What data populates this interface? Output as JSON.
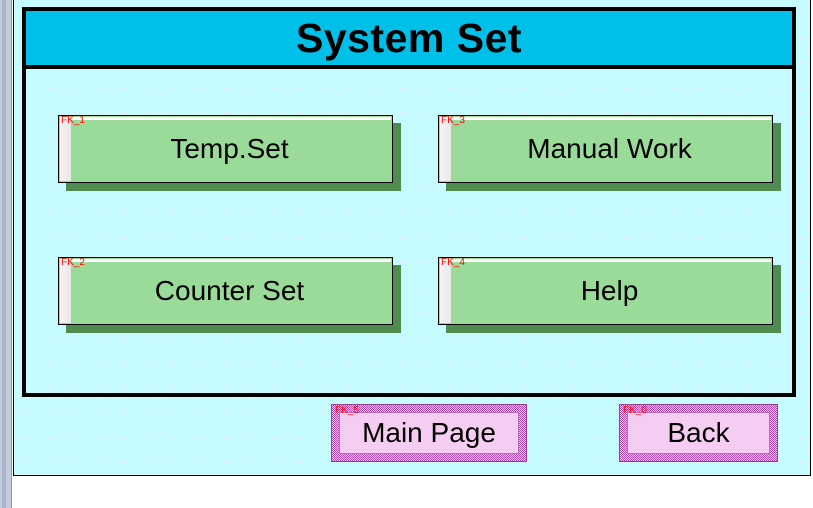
{
  "screen": {
    "title": "System Set",
    "title_bar_color": "#00bfe8",
    "canvas_color": "#c6fbff",
    "panel_border_color": "#000000"
  },
  "function_buttons": [
    {
      "tag": "FK_1",
      "label": "Temp.Set",
      "face_color": "#9adb9a",
      "shadow_color": "#4e8c50"
    },
    {
      "tag": "FK_3",
      "label": "Manual Work",
      "face_color": "#9adb9a",
      "shadow_color": "#4e8c50"
    },
    {
      "tag": "FK_2",
      "label": "Counter Set",
      "face_color": "#9adb9a",
      "shadow_color": "#4e8c50"
    },
    {
      "tag": "FK_4",
      "label": "Help",
      "face_color": "#9adb9a",
      "shadow_color": "#4e8c50"
    }
  ],
  "nav_buttons": [
    {
      "tag": "FK_5",
      "label": "Main Page",
      "face_color": "#f6cdf2",
      "border_color": "#b342b3"
    },
    {
      "tag": "FK_0",
      "label": "Back",
      "face_color": "#f6cdf2",
      "border_color": "#b342b3"
    }
  ]
}
